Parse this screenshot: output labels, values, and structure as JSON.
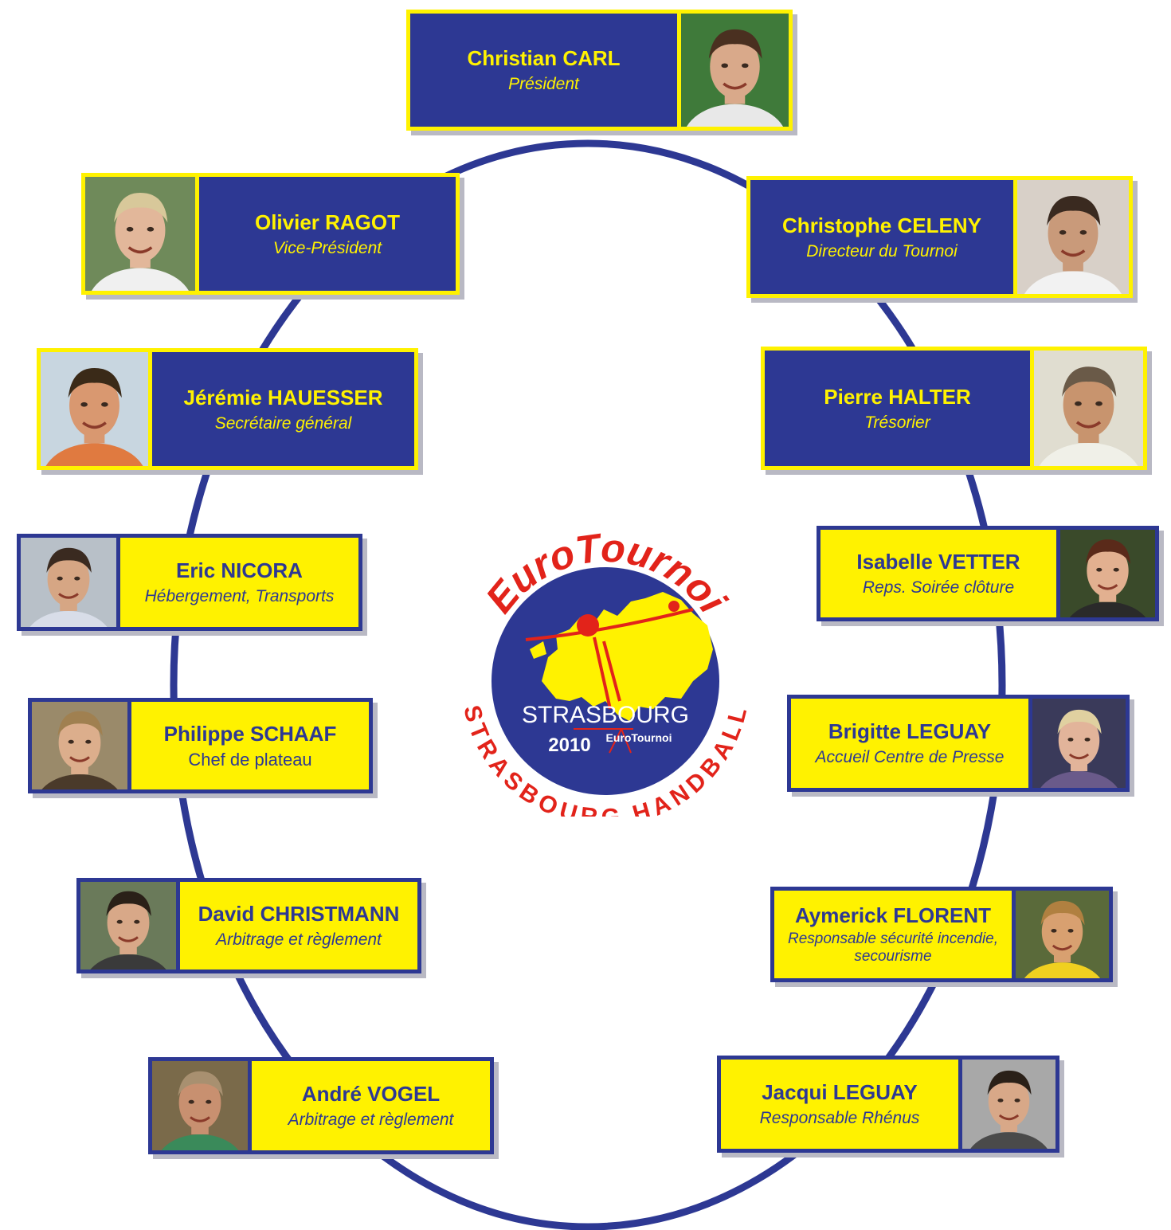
{
  "colors": {
    "navy": "#2d3893",
    "yellow": "#fff200",
    "red": "#e2231a"
  },
  "logo": {
    "arc_top": "EuroTournoi",
    "arc_bottom": "STRASBOURG HANDBALL",
    "city": "STRASBOURG",
    "year": "2010",
    "brand": "EuroTournoi"
  },
  "members": [
    {
      "name": "Christian  CARL",
      "role": "Président"
    },
    {
      "name": "Olivier RAGOT",
      "role": "Vice-Président"
    },
    {
      "name": "Christophe CELENY",
      "role": "Directeur du Tournoi"
    },
    {
      "name": "Jérémie HAUESSER",
      "role": "Secrétaire général"
    },
    {
      "name": "Pierre HALTER",
      "role": "Trésorier"
    },
    {
      "name": "Eric NICORA",
      "role": "Hébergement, Transports"
    },
    {
      "name": "Isabelle VETTER",
      "role": "Reps. Soirée clôture"
    },
    {
      "name": "Philippe SCHAAF",
      "role": "Chef de plateau"
    },
    {
      "name": "Brigitte LEGUAY",
      "role": "Accueil Centre de Presse"
    },
    {
      "name": "David CHRISTMANN",
      "role": "Arbitrage et règlement"
    },
    {
      "name": "Aymerick FLORENT",
      "role": "Responsable sécurité incendie, secourisme"
    },
    {
      "name": "André VOGEL",
      "role": "Arbitrage et règlement"
    },
    {
      "name": "Jacqui LEGUAY",
      "role": "Responsable Rhénus"
    }
  ]
}
